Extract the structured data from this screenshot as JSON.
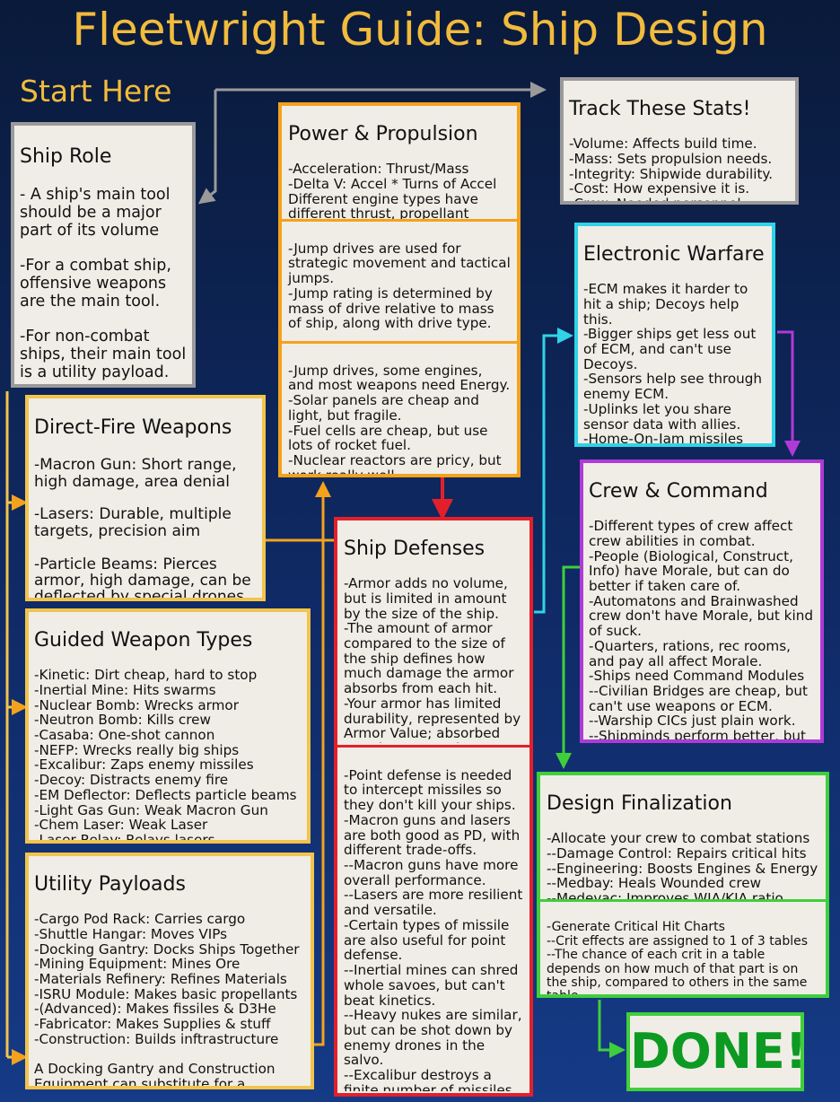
{
  "title": "Fleetwright Guide: Ship Design",
  "start_here": "Start Here",
  "boxes": {
    "ship_role": {
      "heading": "Ship Role",
      "body": "- A ship's main tool should be a major part of its volume\n\n-For a combat ship, offensive weapons are the main tool.\n\n-For non-combat ships, their main tool is a utility payload."
    },
    "power": {
      "heading": "Power & Propulsion",
      "seg1": "-Acceleration: Thrust/Mass\n-Delta V: Accel * Turns of Accel\nDifferent engine types have different thrust, propellant needs, and other quirks.",
      "seg2": "-Jump drives are used for strategic movement and tactical jumps.\n-Jump rating is determined by mass of drive relative to mass of ship, along with drive type.",
      "seg3": "-Jump drives, some engines, and most weapons need Energy.\n-Solar panels are cheap and light, but fragile.\n-Fuel cells are cheap, but use lots of rocket fuel.\n-Nuclear reactors are pricy, but work really well."
    },
    "stats": {
      "heading": "Track These Stats!",
      "body": "-Volume: Affects build time.\n-Mass: Sets propulsion needs.\n-Integrity: Shipwide durability.\n-Cost: How expensive it is.\n-Crew: Needed personnel."
    },
    "ewar": {
      "heading": "Electronic Warfare",
      "body": "-ECM makes it harder to hit a ship; Decoys help this.\n-Bigger ships get less out of ECM, and can't use Decoys.\n-Sensors help see through enemy ECM.\n-Uplinks let you share sensor data with allies.\n-Home-On-Jam missiles always hit ships with ECM, but miss if it's turned off."
    },
    "direct_fire": {
      "heading": "Direct-Fire Weapons",
      "body": "-Macron Gun: Short range, high damage, area denial\n\n-Lasers: Durable, multiple targets, precision aim\n\n-Particle Beams: Pierces armor, high damage, can be deflected by special drones, wants to be BIG."
    },
    "guided": {
      "heading": "Guided Weapon Types",
      "body": "-Kinetic: Dirt cheap, hard to stop\n-Inertial Mine: Hits swarms\n-Nuclear Bomb: Wrecks armor\n-Neutron Bomb: Kills crew\n-Casaba: One-shot cannon\n-NEFP: Wrecks really big ships\n-Excalibur: Zaps enemy missiles\n-Decoy: Distracts enemy fire\n-EM Deflector: Deflects particle beams\n-Light Gas Gun: Weak Macron Gun\n-Chem Laser: Weak Laser\n-Laser Relay: Relays lasers\n-Missile Rack: Put missiles on missiles"
    },
    "utility": {
      "heading": "Utility Payloads",
      "body": "-Cargo Pod Rack: Carries cargo\n-Shuttle Hangar: Moves VIPs\n-Docking Gantry: Docks Ships Together\n-Mining Equipment: Mines Ore\n-Materials Refinery: Refines Materials\n-ISRU Module: Makes basic propellants\n-(Advanced): Makes fissiles & D3He\n-Fabricator: Makes Supplies & stuff\n-Construction: Builds inftrastructure\n\nA Docking Gantry and Construction Equipment can substitute for a Shipyard."
    },
    "defenses": {
      "heading": "Ship Defenses",
      "seg1": "-Armor adds no volume, but is limited in amount by the size of the ship.\n-The amount of armor compared to the size of the ship defines how much damage the armor absorbs from each hit.\n-Your armor has limited durability, represented by Armor Value; absorbed attack power reduces this.",
      "seg2": "-Point defense is needed to intercept missiles so they don't kill your ships.\n-Macron guns and lasers are both good as PD, with different trade-offs.\n--Macron guns have more overall performance.\n--Lasers are more resilient and versatile.\n-Certain types of missile are also useful for point defense.\n--Inertial mines can shred whole savoes, but can't beat kinetics.\n--Heavy nukes are similar, but can be shot down by enemy drones in the salvo.\n--Excalibur destroys a finite number of missiles."
    },
    "crew": {
      "heading": "Crew & Command",
      "body": "-Different types of crew affect crew abilities in combat.\n-People (Biological, Construct, Info) have Morale, but can do better if taken care of.\n-Automatons and Brainwashed crew don't have Morale, but kind of suck.\n-Quarters, rations, rec rooms, and pay all affect Morale.\n-Ships need Command Modules\n--Civilian Bridges are cheap, but can't use weapons or ECM.\n--Warship CICs just plain work.\n--Shipminds perform better, but suffer more from low Morale."
    },
    "finalization": {
      "heading": "Design Finalization",
      "seg1": "-Allocate your crew to combat stations\n--Damage Control: Repairs critical hits\n--Engineering: Boosts Engines & Energy\n--Medbay: Heals Wounded crew\n--Medevac: Improves WIA/KIA ratio\n--Nerve Center: Boosts ECM, Sensors",
      "seg2": "-Generate Critical Hit Charts\n--Crit effects are assigned to 1 of 3 tables\n--The chance of each crit in a table depends on how much of that part is on the ship, compared to others in the same table."
    }
  },
  "done_label": "DONE!",
  "colors": {
    "title": "#f2bb3c",
    "orange": "#f4a21c",
    "yellow": "#f2c44c",
    "red": "#e3202a",
    "cyan": "#2fd4e6",
    "purple": "#b03ad8",
    "green": "#3fcf3a",
    "gray": "#9a9a9a"
  }
}
